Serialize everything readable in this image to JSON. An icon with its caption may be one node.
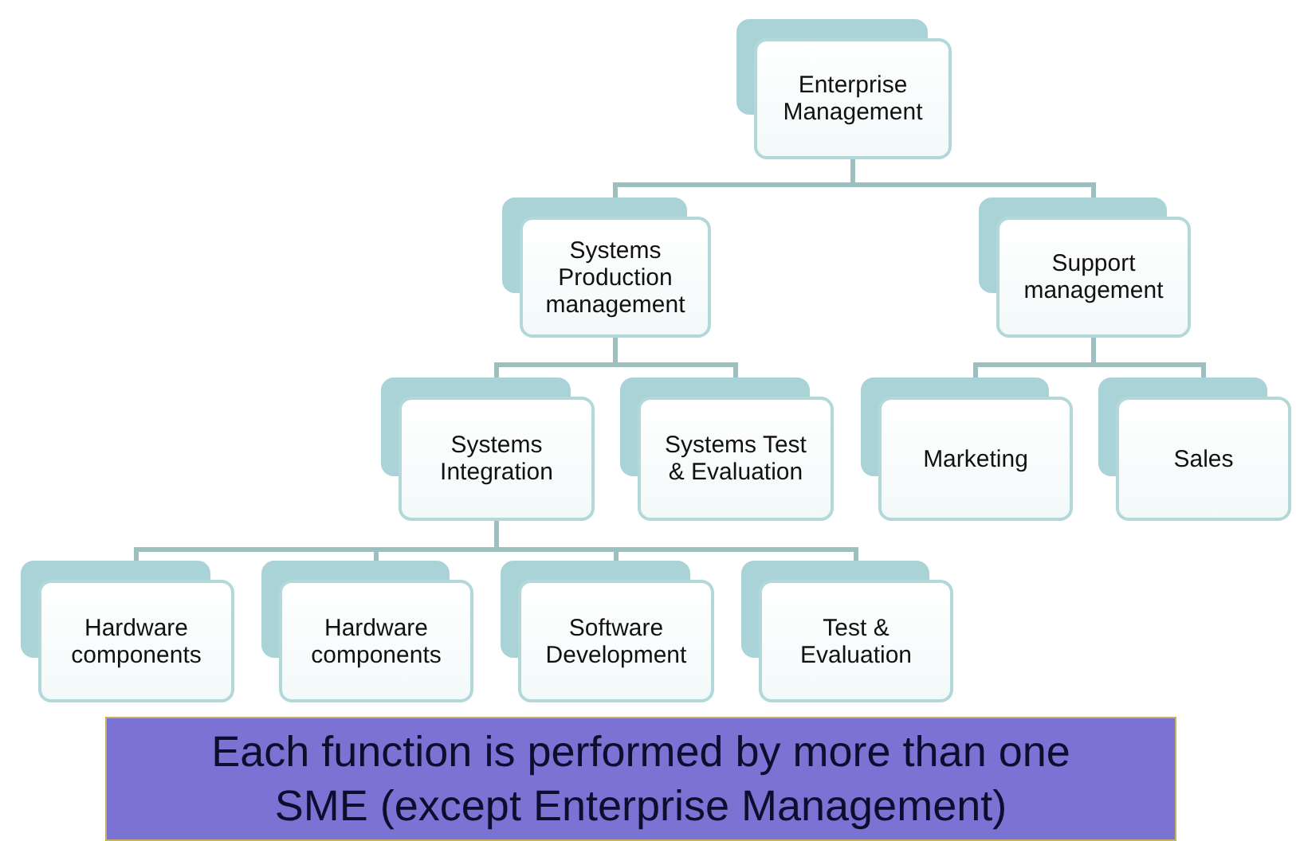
{
  "diagram": {
    "nodes": [
      {
        "text": [
          "Enterprise Management"
        ]
      },
      {
        "text": [
          "Systems Production management"
        ]
      },
      {
        "text": [
          "Support management"
        ]
      },
      {
        "text": [
          "Systems Integration"
        ]
      },
      {
        "text": [
          "Systems Test & Evaluation"
        ]
      },
      {
        "text": [
          "Marketing"
        ]
      },
      {
        "text": [
          "Sales"
        ]
      },
      {
        "text": [
          "Hardware components"
        ]
      },
      {
        "text": [
          "Hardware components"
        ]
      },
      {
        "text": [
          "Software Development"
        ]
      },
      {
        "text": [
          "Test & Evaluation"
        ]
      },
      {
        "text": [
          "Each function is performed by more than one SME (except Enterprise Management)"
        ]
      }
    ],
    "edges": [
      {
        "from": 0,
        "to": 1,
        "arrow": "none"
      },
      {
        "from": 0,
        "to": 2,
        "arrow": "none"
      },
      {
        "from": 1,
        "to": 3,
        "arrow": "none"
      },
      {
        "from": 1,
        "to": 4,
        "arrow": "none"
      },
      {
        "from": 2,
        "to": 5,
        "arrow": "none"
      },
      {
        "from": 2,
        "to": 6,
        "arrow": "none"
      },
      {
        "from": 3,
        "to": 7,
        "arrow": "none"
      },
      {
        "from": 3,
        "to": 8,
        "arrow": "none"
      },
      {
        "from": 3,
        "to": 9,
        "arrow": "none"
      },
      {
        "from": 3,
        "to": 10,
        "arrow": "none"
      }
    ]
  }
}
